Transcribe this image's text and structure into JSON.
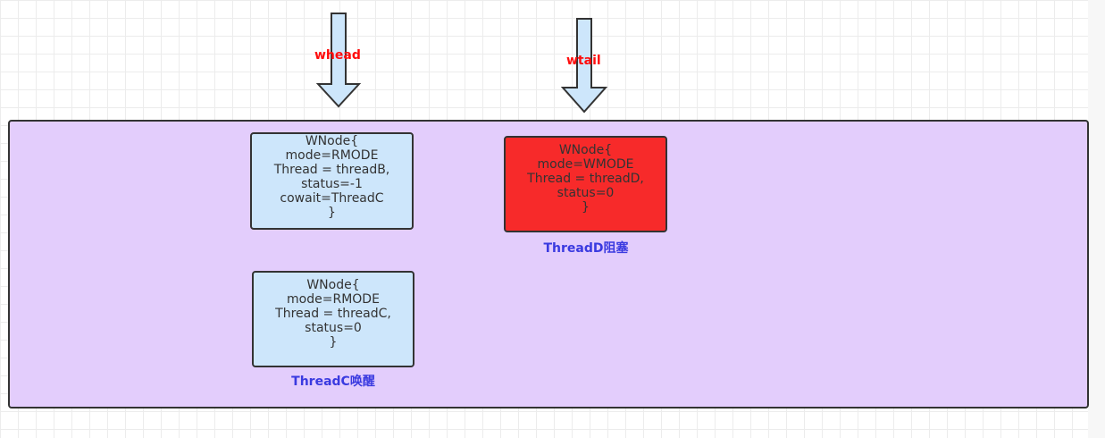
{
  "pointers": {
    "whead": "whead",
    "wtail": "wtail"
  },
  "nodes": {
    "nodeB": {
      "lines": [
        "WNode{",
        "mode=RMODE",
        "Thread = threadB,",
        "status=-1",
        "cowait=ThreadC",
        "}"
      ]
    },
    "nodeC": {
      "lines": [
        "WNode{",
        "mode=RMODE",
        "Thread = threadC,",
        "status=0",
        "}"
      ],
      "caption": "ThreadC唤醒"
    },
    "nodeD": {
      "lines": [
        "WNode{",
        "mode=WMODE",
        "Thread = threadD,",
        "status=0",
        "}"
      ],
      "caption": "ThreadD阻塞"
    }
  },
  "colors": {
    "container_fill": "#e3cdfc",
    "node_fill_blue": "#cde6fb",
    "node_fill_red": "#f72a2a",
    "pointer_label": "#ff0d0d",
    "caption_text": "#3a3ae0",
    "outline": "#333333"
  }
}
